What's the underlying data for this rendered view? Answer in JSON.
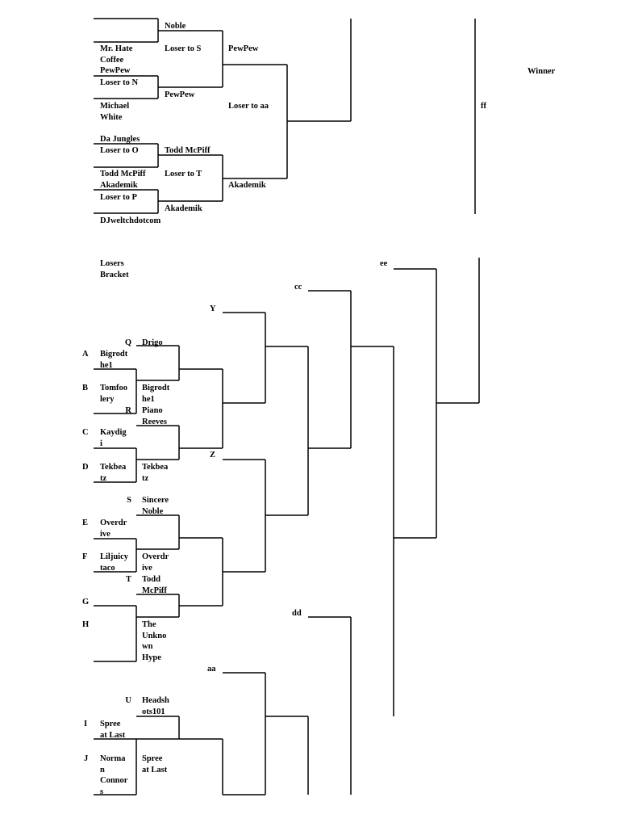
{
  "winners_bracket": {
    "r1": {
      "p1": "Mr. Hate\nCoffee",
      "p2": "PewPew",
      "p3": "Michael\nWhite",
      "p4": "Da Jungles",
      "p5": "Todd McPiff",
      "p6": "Akademik",
      "p7": "DJweltchdotcom"
    },
    "r1_loser_labels": [
      "Loser to N",
      "Loser to O",
      "Loser to P"
    ],
    "r2": {
      "p1": "Noble",
      "p2": "PewPew",
      "p3": "Todd McPiff",
      "p4": "Akademik"
    },
    "r2_loser_labels": [
      "Loser to S",
      "Loser to T"
    ],
    "r3": {
      "p1": "PewPew",
      "p2": "Akademik"
    },
    "r3_loser_label": "Loser to aa",
    "final_label": "ff",
    "winner_label": "Winner"
  },
  "losers_bracket": {
    "title": "Losers\nBracket",
    "seed_letters": [
      "A",
      "B",
      "C",
      "D",
      "E",
      "F",
      "G",
      "H",
      "I",
      "J"
    ],
    "r1_entrants": [
      "Bigrodt\nhe1",
      "Tomfoo\nlery",
      "Kaydig\ni",
      "Tekbea\ntz",
      "Overdr\nive",
      "Liljuicy\ntaco",
      "Spree\nat Last",
      "Norma\nn\nConnor\ns"
    ],
    "drop_letters": [
      "Q",
      "R",
      "S",
      "T",
      "U"
    ],
    "drop_entrants": [
      "Drigo",
      "Piano\nReeves",
      "Sincere\nNoble",
      "Todd\nMcPiff",
      "Headsh\nots101"
    ],
    "r1_winners": [
      "Bigrodt\nhe1",
      "Tekbea\ntz",
      "Overdr\nive",
      "The\nUnkno\nwn\nHype",
      "Spree\nat Last"
    ],
    "slot_labels": [
      "Y",
      "Z",
      "aa",
      "cc",
      "dd",
      "ee"
    ]
  }
}
